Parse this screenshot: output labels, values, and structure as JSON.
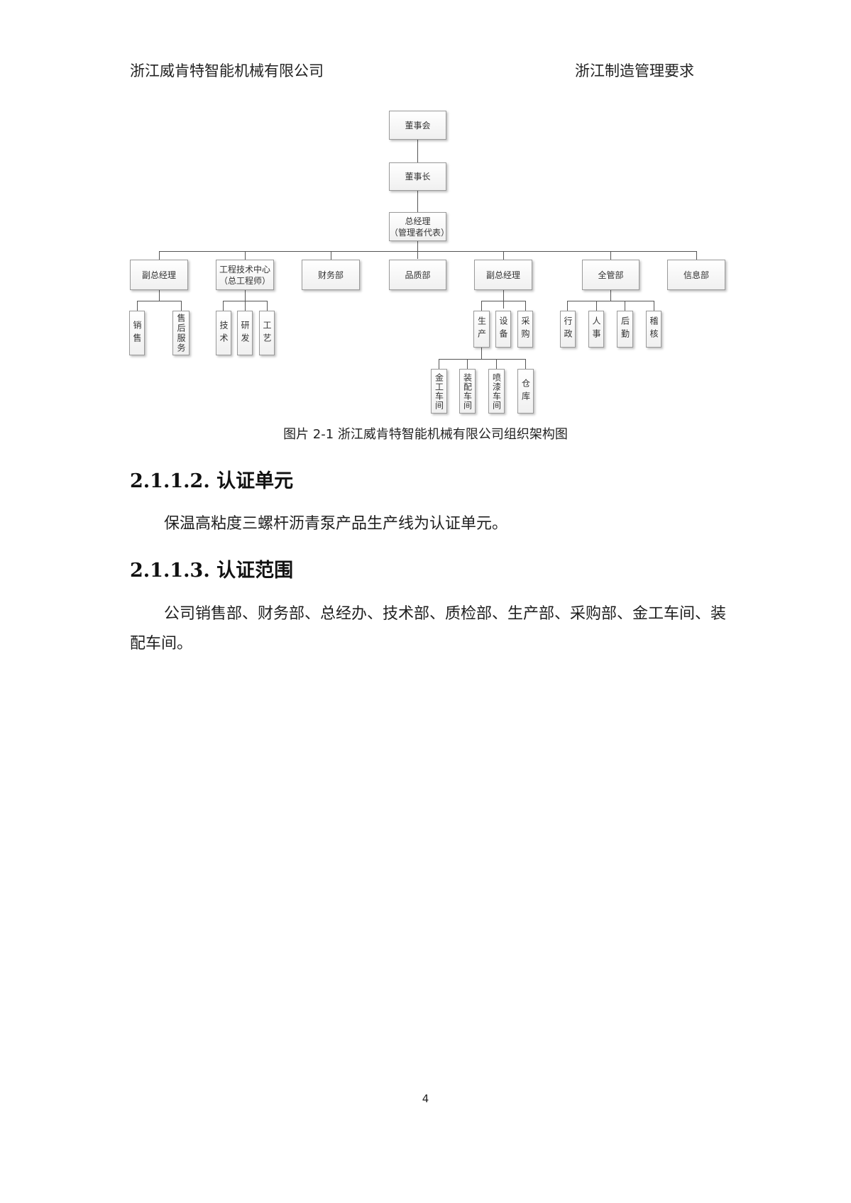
{
  "header": {
    "company": "浙江威肯特智能机械有限公司",
    "doc_title": "浙江制造管理要求"
  },
  "org_chart": {
    "board": "董事会",
    "chairman": "董事长",
    "gm_line1": "总经理",
    "gm_line2": "（管理者代表）",
    "dept_vp1": "副总经理",
    "dept_eng_line1": "工程技术中心",
    "dept_eng_line2": "（总工程师）",
    "dept_finance": "财务部",
    "dept_quality": "品质部",
    "dept_vp2": "副总经理",
    "dept_general": "全管部",
    "dept_info": "信息部",
    "sub_sales": "销售",
    "sub_aftersales": "售后服务",
    "sub_tech": "技术",
    "sub_rnd": "研发",
    "sub_process": "工艺",
    "sub_production": "生产",
    "sub_equipment": "设备",
    "sub_purchase": "采购",
    "sub_admin": "行政",
    "sub_hr": "人事",
    "sub_logistics": "后勤",
    "sub_audit": "稽核",
    "ws_metal": "金工车间",
    "ws_assembly": "装配车间",
    "ws_paint": "喷漆车间",
    "ws_warehouse": "仓库"
  },
  "caption": "图片 2-1 浙江威肯特智能机械有限公司组织架构图",
  "section1": {
    "heading": "2.1.1.2. 认证单元",
    "body": "保温高粘度三螺杆沥青泵产品生产线为认证单元。"
  },
  "section2": {
    "heading": "2.1.1.3. 认证范围",
    "body": "公司销售部、财务部、总经办、技术部、质检部、生产部、采购部、金工车间、装配车间。"
  },
  "page_number": "4"
}
